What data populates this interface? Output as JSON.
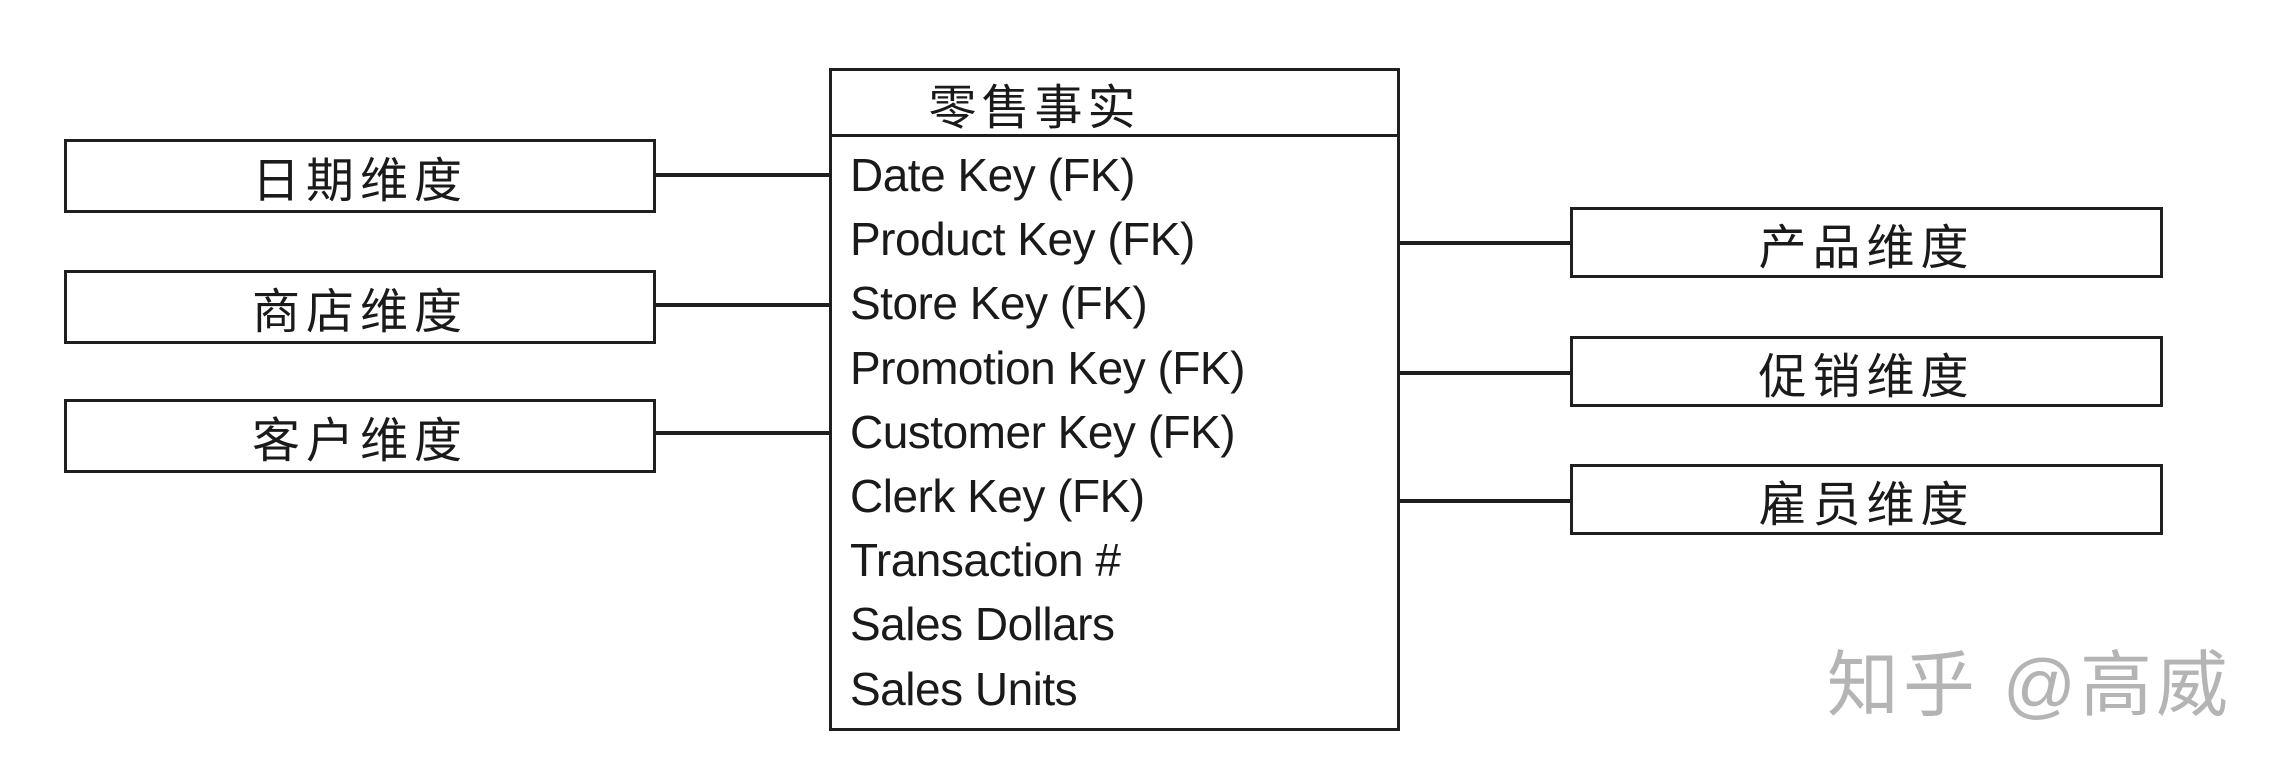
{
  "fact_table": {
    "title": "零售事实",
    "fields": [
      "Date Key (FK)",
      "Product Key (FK)",
      "Store Key (FK)",
      "Promotion Key (FK)",
      "Customer Key (FK)",
      "Clerk Key (FK)",
      "Transaction #",
      "Sales Dollars",
      "Sales Units"
    ]
  },
  "left_dimensions": [
    {
      "label": "日期维度"
    },
    {
      "label": "商店维度"
    },
    {
      "label": "客户维度"
    }
  ],
  "right_dimensions": [
    {
      "label": "产品维度"
    },
    {
      "label": "促销维度"
    },
    {
      "label": "雇员维度"
    }
  ],
  "watermark": {
    "text": "知乎 @高威"
  },
  "colors": {
    "line": "#1f1f1f",
    "background": "#ffffff",
    "watermark": "#b4b4b4",
    "text": "#1a1a1a"
  }
}
